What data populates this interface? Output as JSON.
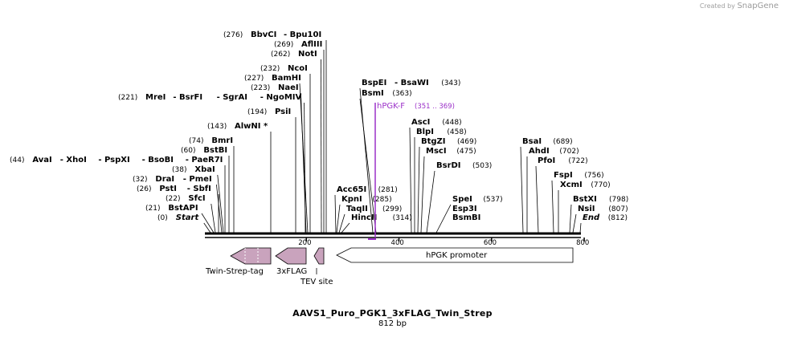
{
  "watermark": {
    "prefix": "Created by",
    "brand": "SnapGene"
  },
  "title": "AAVS1_Puro_PGK1_3xFLAG_Twin_Strep",
  "length_label": "812 bp",
  "colors": {
    "feature_fill": "#c9a3bd",
    "primer": "#9b30c8",
    "text": "#000000"
  },
  "ruler": {
    "ticks": [
      200,
      400,
      600,
      800
    ]
  },
  "sites": [
    {
      "pos": "(276)",
      "labels": [
        "BbvCI",
        "- Bpu10I"
      ]
    },
    {
      "pos": "(269)",
      "labels": [
        "AflIII"
      ]
    },
    {
      "pos": "(262)",
      "labels": [
        "NotI"
      ]
    },
    {
      "pos": "(232)",
      "labels": [
        "NcoI"
      ]
    },
    {
      "pos": "(227)",
      "labels": [
        "BamHI"
      ]
    },
    {
      "pos": "(223)",
      "labels": [
        "NaeI"
      ]
    },
    {
      "pos": "(221)",
      "labels": [
        "MreI",
        "- BsrFI",
        "- SgrAI",
        "- NgoMIV"
      ]
    },
    {
      "pos": "(194)",
      "labels": [
        "PsiI"
      ]
    },
    {
      "pos": "(143)",
      "labels": [
        "AlwNI *"
      ]
    },
    {
      "pos": "(74)",
      "labels": [
        "BmrI"
      ]
    },
    {
      "pos": "(60)",
      "labels": [
        "BstBI"
      ]
    },
    {
      "pos": "(44)",
      "labels": [
        "AvaI",
        "- XhoI",
        "- PspXI",
        "- BsoBI",
        "- PaeR7I"
      ]
    },
    {
      "pos": "(38)",
      "labels": [
        "XbaI"
      ]
    },
    {
      "pos": "(32)",
      "labels": [
        "DraI",
        "- PmeI"
      ]
    },
    {
      "pos": "(26)",
      "labels": [
        "PstI",
        "- SbfI"
      ]
    },
    {
      "pos": "(22)",
      "labels": [
        "SfcI"
      ]
    },
    {
      "pos": "(21)",
      "labels": [
        "BstAPI"
      ]
    },
    {
      "pos": "(0)",
      "labels": [
        "Start"
      ]
    },
    {
      "pos": "(343)",
      "labels": [
        "BspEI",
        "- BsaWI"
      ]
    },
    {
      "pos": "(363)",
      "labels": [
        "BsmI"
      ]
    },
    {
      "pos": "(281)",
      "labels": [
        "Acc65I"
      ]
    },
    {
      "pos": "(285)",
      "labels": [
        "KpnI"
      ]
    },
    {
      "pos": "(299)",
      "labels": [
        "TaqII"
      ]
    },
    {
      "pos": "(314)",
      "labels": [
        "HincII"
      ]
    },
    {
      "pos": "(448)",
      "labels": [
        "AscI"
      ]
    },
    {
      "pos": "(458)",
      "labels": [
        "BlpI"
      ]
    },
    {
      "pos": "(469)",
      "labels": [
        "BtgZI"
      ]
    },
    {
      "pos": "(475)",
      "labels": [
        "MscI"
      ]
    },
    {
      "pos": "(503)",
      "labels": [
        "BsrDI"
      ]
    },
    {
      "pos": "(537)",
      "labels": [
        "SpeI"
      ]
    },
    {
      "pos": "",
      "labels": [
        "Esp3I"
      ]
    },
    {
      "pos": "",
      "labels": [
        "BsmBI"
      ]
    },
    {
      "pos": "(689)",
      "labels": [
        "BsaI"
      ]
    },
    {
      "pos": "(702)",
      "labels": [
        "AhdI"
      ]
    },
    {
      "pos": "(722)",
      "labels": [
        "PfoI"
      ]
    },
    {
      "pos": "(756)",
      "labels": [
        "FspI"
      ]
    },
    {
      "pos": "(770)",
      "labels": [
        "XcmI"
      ]
    },
    {
      "pos": "(798)",
      "labels": [
        "BstXI"
      ]
    },
    {
      "pos": "(807)",
      "labels": [
        "NsiI"
      ]
    },
    {
      "pos": "(812)",
      "labels": [
        "End"
      ]
    }
  ],
  "primer": {
    "name": "hPGK-F",
    "range": "(351 .. 369)"
  },
  "features": [
    {
      "name": "Twin-Strep-tag"
    },
    {
      "name": "3xFLAG"
    },
    {
      "name": "TEV site"
    },
    {
      "name": "hPGK promoter"
    }
  ]
}
